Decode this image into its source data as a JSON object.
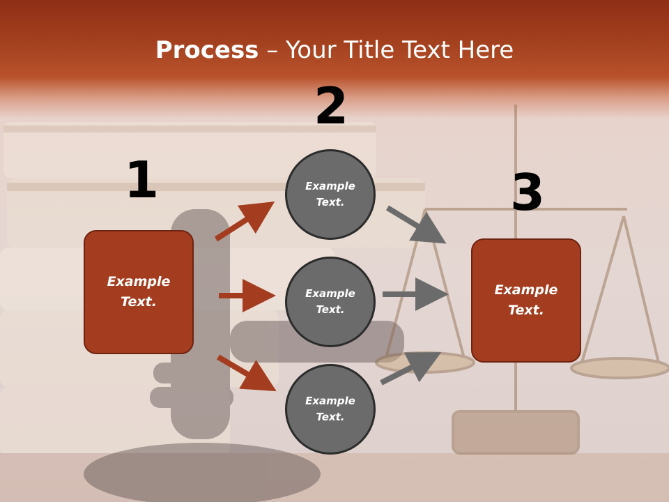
{
  "title": {
    "bold": "Process",
    "rest": " – Your Title Text Here"
  },
  "steps": {
    "one": {
      "number": "1",
      "line1": "Example",
      "line2": "Text."
    },
    "two": {
      "number": "2"
    },
    "three": {
      "number": "3",
      "line1": "Example",
      "line2": "Text."
    }
  },
  "circles": [
    {
      "line1": "Example",
      "line2": "Text."
    },
    {
      "line1": "Example",
      "line2": "Text."
    },
    {
      "line1": "Example",
      "line2": "Text."
    }
  ],
  "colors": {
    "accent": "#a43d20",
    "circle": "#6b6b6b",
    "arrow_left": "#a43d20",
    "arrow_right": "#6b6b6b"
  }
}
